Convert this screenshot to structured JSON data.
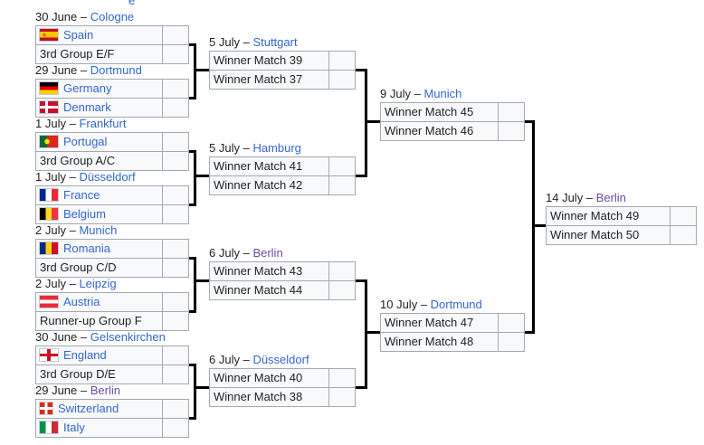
{
  "shared": {
    "separator": " – "
  },
  "top_cropped_text": "e",
  "colors": {
    "link": "#3366cc",
    "visited_link": "#6b4ba1",
    "text": "#202122",
    "cell_background": "#f8f9fa",
    "cell_border": "#a2a9b1",
    "connector_line": "#000000"
  },
  "rounds": {
    "r16": [
      {
        "date": "30 June",
        "city": "Cologne",
        "city_visited": false,
        "slots": [
          {
            "label": "Spain",
            "flag": "spain",
            "is_link": true,
            "score": ""
          },
          {
            "label": "3rd Group E/F",
            "flag": null,
            "is_link": false,
            "score": ""
          }
        ]
      },
      {
        "date": "29 June",
        "city": "Dortmund",
        "city_visited": false,
        "slots": [
          {
            "label": "Germany",
            "flag": "germany",
            "is_link": true,
            "score": ""
          },
          {
            "label": "Denmark",
            "flag": "denmark",
            "is_link": true,
            "score": ""
          }
        ]
      },
      {
        "date": "1 July",
        "city": "Frankfurt",
        "city_visited": false,
        "slots": [
          {
            "label": "Portugal",
            "flag": "portugal",
            "is_link": true,
            "score": ""
          },
          {
            "label": "3rd Group A/C",
            "flag": null,
            "is_link": false,
            "score": ""
          }
        ]
      },
      {
        "date": "1 July",
        "city": "Düsseldorf",
        "city_visited": false,
        "slots": [
          {
            "label": "France",
            "flag": "france",
            "is_link": true,
            "score": ""
          },
          {
            "label": "Belgium",
            "flag": "belgium",
            "is_link": true,
            "score": ""
          }
        ]
      },
      {
        "date": "2 July",
        "city": "Munich",
        "city_visited": false,
        "slots": [
          {
            "label": "Romania",
            "flag": "romania",
            "is_link": true,
            "score": ""
          },
          {
            "label": "3rd Group C/D",
            "flag": null,
            "is_link": false,
            "score": ""
          }
        ]
      },
      {
        "date": "2 July",
        "city": "Leipzig",
        "city_visited": false,
        "slots": [
          {
            "label": "Austria",
            "flag": "austria",
            "is_link": true,
            "score": ""
          },
          {
            "label": "Runner-up Group F",
            "flag": null,
            "is_link": false,
            "score": ""
          }
        ]
      },
      {
        "date": "30 June",
        "city": "Gelsenkirchen",
        "city_visited": false,
        "slots": [
          {
            "label": "England",
            "flag": "england",
            "is_link": true,
            "score": ""
          },
          {
            "label": "3rd Group D/E",
            "flag": null,
            "is_link": false,
            "score": ""
          }
        ]
      },
      {
        "date": "29 June",
        "city": "Berlin",
        "city_visited": true,
        "slots": [
          {
            "label": "Switzerland",
            "flag": "switzerland",
            "is_link": true,
            "score": ""
          },
          {
            "label": "Italy",
            "flag": "italy",
            "is_link": true,
            "score": ""
          }
        ]
      }
    ],
    "qf": [
      {
        "date": "5 July",
        "city": "Stuttgart",
        "city_visited": false,
        "slots": [
          {
            "label": "Winner Match 39",
            "flag": null,
            "is_link": false,
            "score": ""
          },
          {
            "label": "Winner Match 37",
            "flag": null,
            "is_link": false,
            "score": ""
          }
        ]
      },
      {
        "date": "5 July",
        "city": "Hamburg",
        "city_visited": false,
        "slots": [
          {
            "label": "Winner Match 41",
            "flag": null,
            "is_link": false,
            "score": ""
          },
          {
            "label": "Winner Match 42",
            "flag": null,
            "is_link": false,
            "score": ""
          }
        ]
      },
      {
        "date": "6 July",
        "city": "Berlin",
        "city_visited": true,
        "slots": [
          {
            "label": "Winner Match 43",
            "flag": null,
            "is_link": false,
            "score": ""
          },
          {
            "label": "Winner Match 44",
            "flag": null,
            "is_link": false,
            "score": ""
          }
        ]
      },
      {
        "date": "6 July",
        "city": "Düsseldorf",
        "city_visited": false,
        "slots": [
          {
            "label": "Winner Match 40",
            "flag": null,
            "is_link": false,
            "score": ""
          },
          {
            "label": "Winner Match 38",
            "flag": null,
            "is_link": false,
            "score": ""
          }
        ]
      }
    ],
    "sf": [
      {
        "date": "9 July",
        "city": "Munich",
        "city_visited": false,
        "slots": [
          {
            "label": "Winner Match 45",
            "flag": null,
            "is_link": false,
            "score": ""
          },
          {
            "label": "Winner Match 46",
            "flag": null,
            "is_link": false,
            "score": ""
          }
        ]
      },
      {
        "date": "10 July",
        "city": "Dortmund",
        "city_visited": false,
        "slots": [
          {
            "label": "Winner Match 47",
            "flag": null,
            "is_link": false,
            "score": ""
          },
          {
            "label": "Winner Match 48",
            "flag": null,
            "is_link": false,
            "score": ""
          }
        ]
      }
    ],
    "fin": [
      {
        "date": "14 July",
        "city": "Berlin",
        "city_visited": true,
        "slots": [
          {
            "label": "Winner Match 49",
            "flag": null,
            "is_link": false,
            "score": ""
          },
          {
            "label": "Winner Match 50",
            "flag": null,
            "is_link": false,
            "score": ""
          }
        ]
      }
    ]
  }
}
